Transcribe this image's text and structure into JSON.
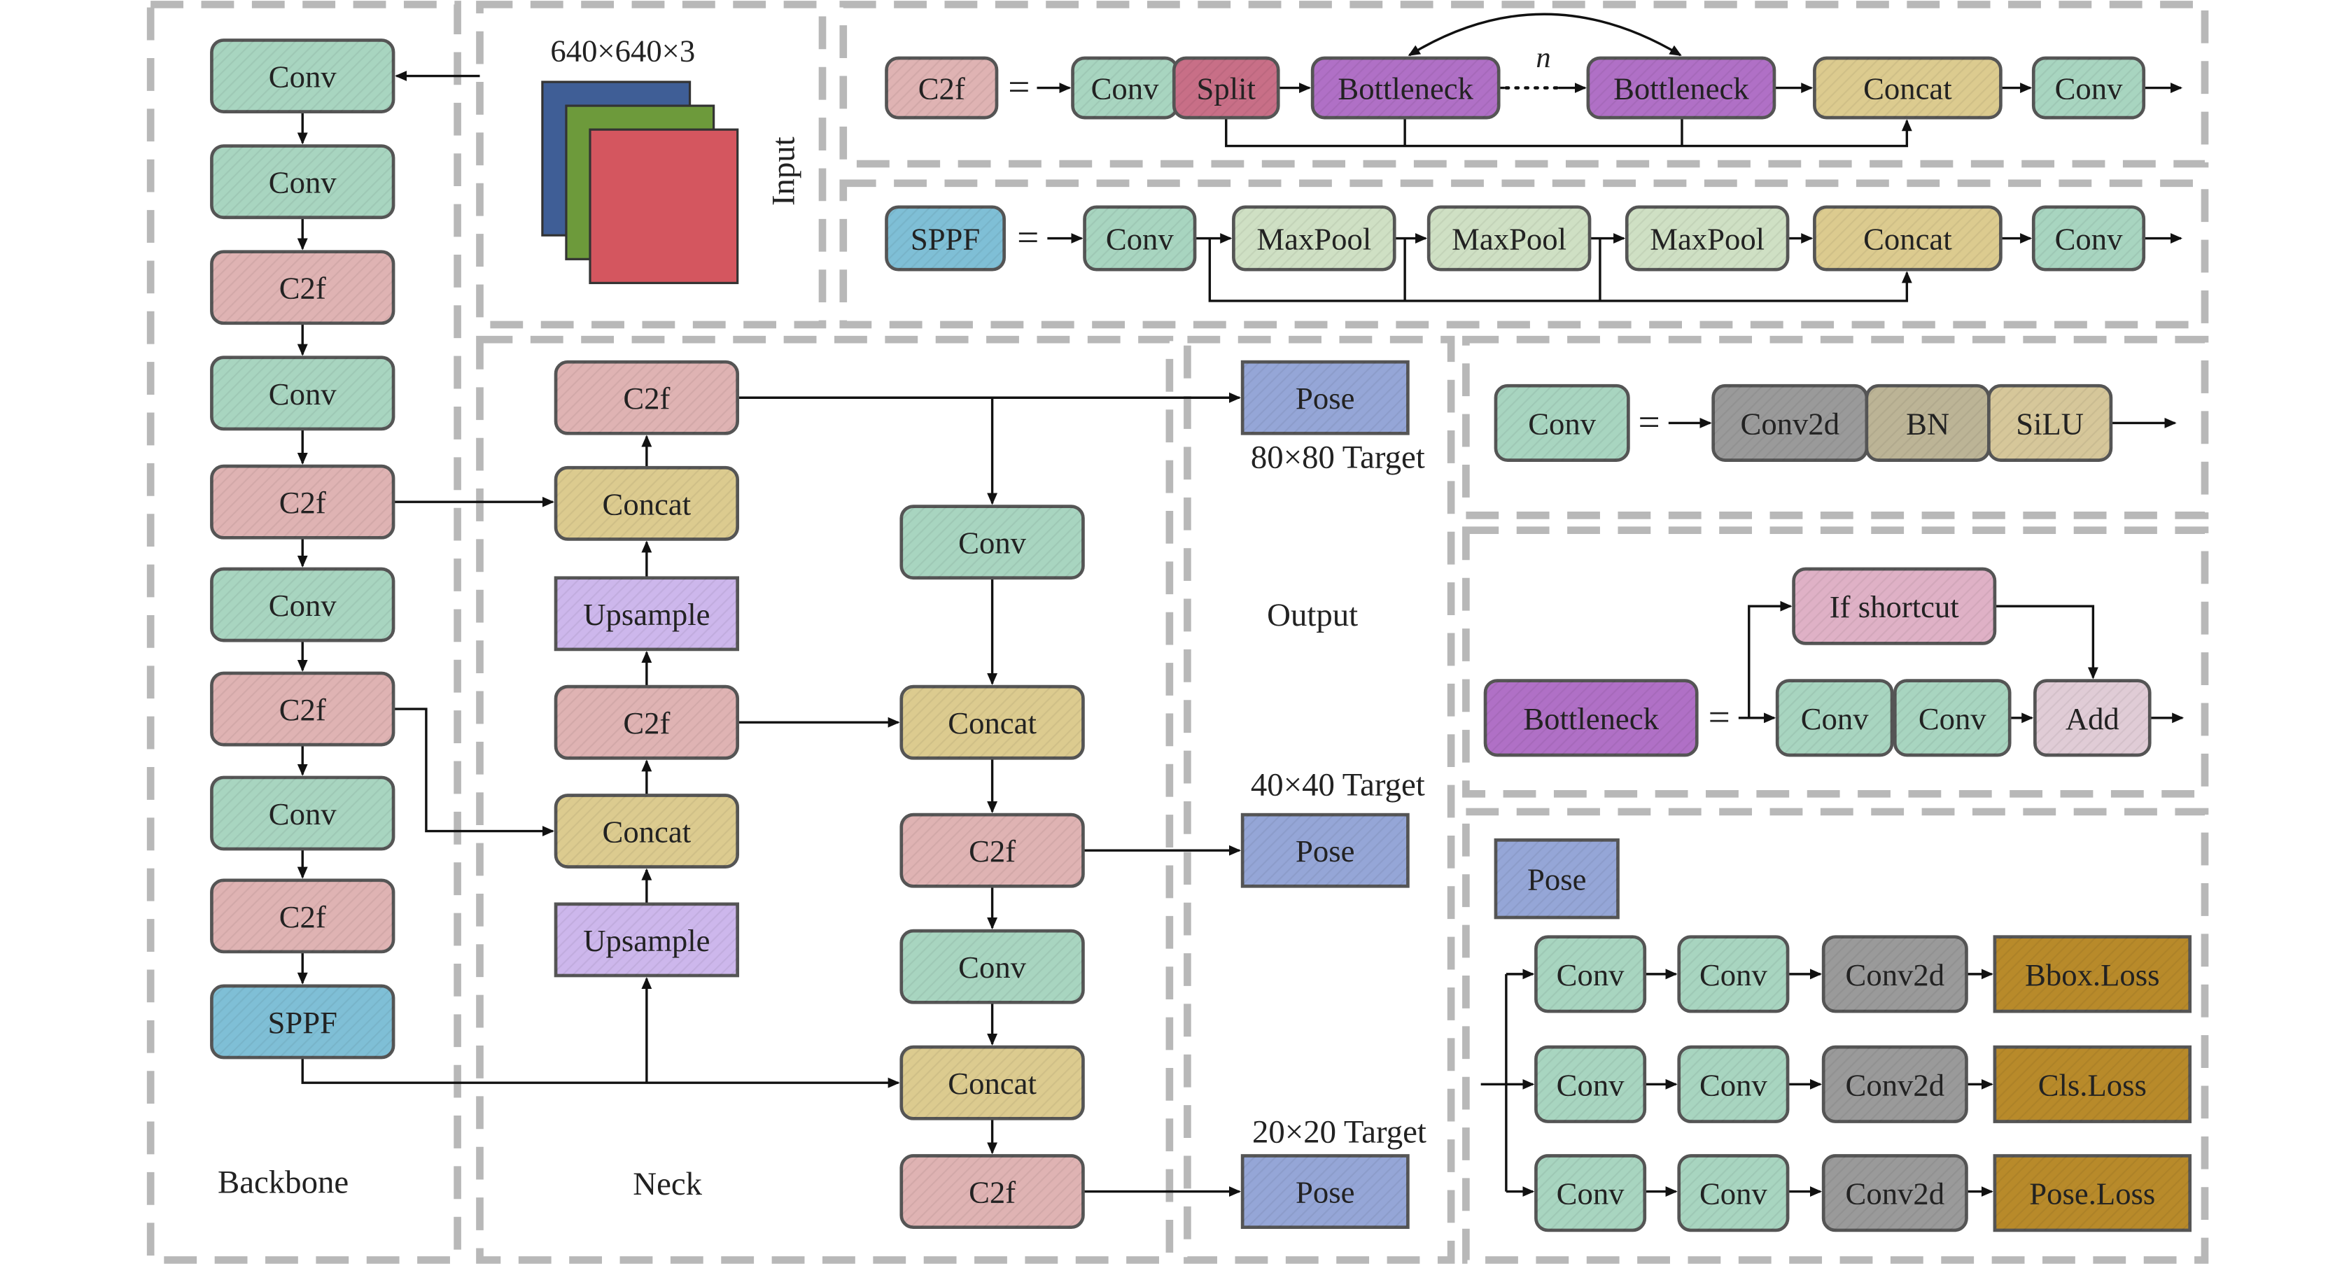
{
  "colors": {
    "conv": "#a8d5c0",
    "c2f": "#dfb3b3",
    "concat": "#dccb8f",
    "upsample": "#cdb7ec",
    "sppf": "#7fbfd6",
    "pose": "#95a6d7",
    "bottleneck": "#b070c6",
    "split": "#c86f87",
    "maxpool": "#cfe0c4",
    "conv2d": "#9a9a9a",
    "bn": "#bcb496",
    "silu": "#d6c79a",
    "shortcut": "#dfb1c6",
    "add": "#e0ccd6",
    "loss": "#b88a2a",
    "tensor_blue": "#3f5e96",
    "tensor_green": "#6d9a3b",
    "tensor_red": "#d4565f"
  },
  "sections": {
    "backbone": "Backbone",
    "neck": "Neck",
    "output": "Output",
    "input": "Input"
  },
  "input_size": "640×640×3",
  "targets": {
    "t80": "80×80 Target",
    "t40": "40×40 Target",
    "t20": "20×20 Target"
  },
  "blocks": {
    "conv": "Conv",
    "c2f": "C2f",
    "sppf": "SPPF",
    "concat": "Concat",
    "upsample": "Upsample",
    "pose": "Pose",
    "split": "Split",
    "bottleneck": "Bottleneck",
    "maxpool": "MaxPool",
    "conv2d": "Conv2d",
    "bn": "BN",
    "silu": "SiLU",
    "if_shortcut": "If shortcut",
    "add": "Add",
    "bbox_loss": "Bbox.Loss",
    "cls_loss": "Cls.Loss",
    "pose_loss": "Pose.Loss"
  },
  "symbols": {
    "equals": "=",
    "repeat": "n"
  }
}
